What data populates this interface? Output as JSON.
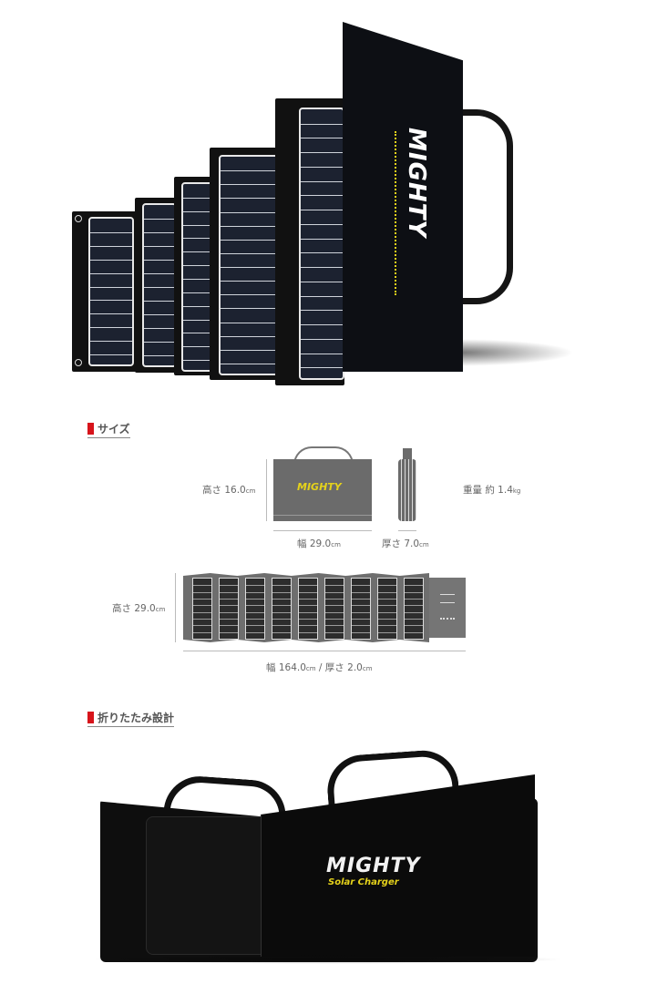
{
  "hero": {
    "brand": "MIGHTY",
    "brand_sub": "Solar Charger",
    "alt": "Folding solar panel set in graduated sizes"
  },
  "sections": [
    {
      "label": "サイズ",
      "marker_color": "#d7141b"
    },
    {
      "label": "折りたたみ設計",
      "marker_color": "#d7141b"
    }
  ],
  "folded_diagram": {
    "height_label": "高さ 16.0",
    "height_unit": "cm",
    "width_label": "幅 29.0",
    "width_unit": "cm",
    "thickness_label": "厚さ 7.0",
    "thickness_unit": "cm",
    "weight_label": "重量 約 1.4",
    "weight_unit": "kg",
    "brand": "MIGHTY"
  },
  "unfolded_diagram": {
    "height_label": "高さ 29.0",
    "height_unit": "cm",
    "width_label": "幅 164.0",
    "width_unit": "cm",
    "separator": " / ",
    "thickness_label": "厚さ 2.0",
    "thickness_unit": "cm",
    "panel_count": 9
  },
  "bag": {
    "brand": "MIGHTY",
    "brand_sub": "Solar Charger"
  },
  "colors": {
    "accent_red": "#d7141b",
    "logo_yellow": "#e5d21b",
    "panel_black": "#111111",
    "diagram_gray": "#6b6b6b"
  }
}
